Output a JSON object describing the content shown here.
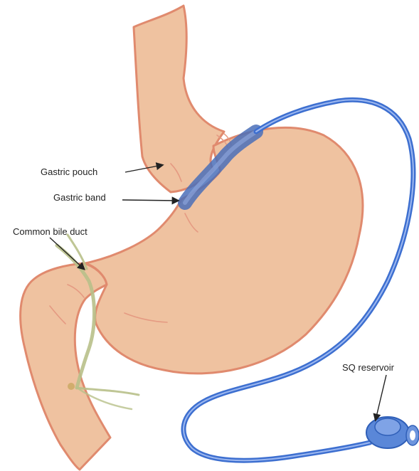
{
  "labels": {
    "gastric_pouch": "Gastric pouch",
    "gastric_band": "Gastric band",
    "common_bile_duct": "Common bile duct",
    "sq_reservoir": "SQ reservoir"
  },
  "colors": {
    "stomach_fill": "#EFC2A0",
    "stomach_outline": "#E08A6E",
    "band_tube": "#3D6FD0",
    "band_highlight": "#9DB8F0",
    "bile_duct": "#B8C08A",
    "label_text": "#222222"
  }
}
